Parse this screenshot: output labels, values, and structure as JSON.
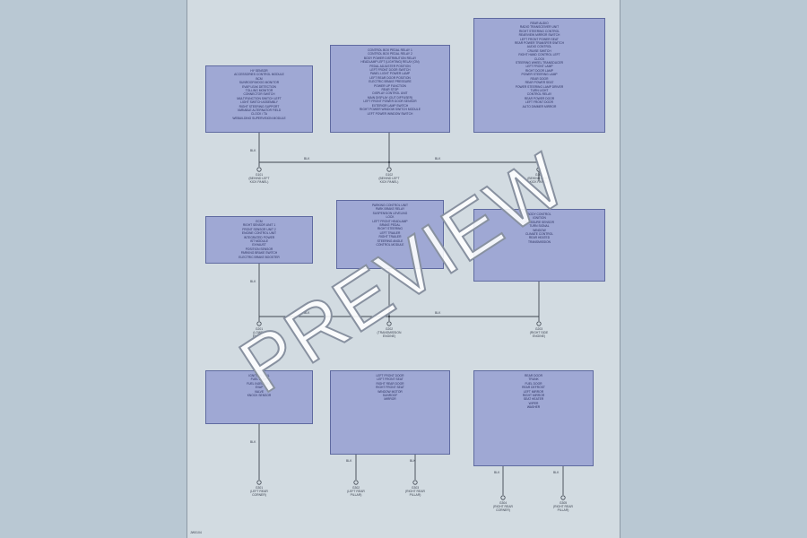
{
  "page_code": "JW0104",
  "watermark": "PREVIEW",
  "boxes": [
    {
      "id": "box-1",
      "lines": [
        "HY SENSOR",
        "ACCESSORIES CONTROL MODULE",
        "BCM",
        "SUNROOF/MOOG MONITOR",
        "EVAP LEAK DETECTION",
        "TOLLING MONITOR",
        "CONNECTOR SWITCH",
        "MULTIFUNCTION SWITCH LEFT",
        "LIGHT SWITCH ASSEMBLY",
        "RIGHT STEERING SUPPORT",
        "VARIABLE ALTERNATOR FIELD",
        "CLOCK / TA",
        "WEBUILDING SUPERVISION MODULE"
      ]
    },
    {
      "id": "box-2",
      "lines": [
        "CONTROL BOX PEDAL RELAY 1",
        "CONTROL BOX PEDAL RELAY 2",
        "BODY POWER DISTRIBUTION RELAY",
        "HEADLAMP LEFT (LIGHTING) RELAY (ON)",
        "PEDAL ADJUSTER POSITION",
        "LEFT FRONT DOOR SWITCH",
        "PANEL LIGHT POWER LAMP",
        "LEFT REAR DOOR POSITION",
        "ELECTRIC BRAKE PRESSURE",
        "POWER UP FUNCTION",
        "REAR STOP",
        "DISPLAY CONTROL UNIT",
        "MAIN DISPLAY (OUT DIFFUSER)",
        "LEFT FRONT POWER DOOR SENSOR",
        "EXTERIOR LAMP SWITCH",
        "RIGHT POWER WINDOW SWITCH MODULE",
        "LEFT POWER WINDOW SWITCH"
      ]
    },
    {
      "id": "box-3",
      "lines": [
        "REAR AUDIO",
        "RADIO TRANSCEIVER UNIT",
        "RIGHT STEERING CONTROL",
        "REARVIEW MIRROR SWITCH",
        "LEFT FRONT POWER SEAT",
        "REAR POWER TRANSFER SWITCH",
        "AUDIO CONTROL",
        "CRUISE SWITCH",
        "RIGHT HAND CONTROL LEFT",
        "CLOCK",
        "STEERING WHEEL TRANSDUCER",
        "LEFT FRONT LAMP",
        "RIGHT DOOR LAMP",
        "POWER STEERING LAMP",
        "REAR DOOR",
        "REAR POWER SEAT",
        "POWER STEERING LAMP DRIVER",
        "TURN LIGHT",
        "CONTROL RELAY",
        "REAR POWER DOOR",
        "LEFT FRONT DOOR",
        "AUTO DIMMER MIRROR"
      ]
    },
    {
      "id": "box-4",
      "lines": [
        "ECM",
        "RIGHT SENSOR UNIT 1",
        "FRONT SENSOR UNIT 2",
        "ENGINE CONTROL UNIT",
        "INTEGRATED POWER",
        "IST MODULE",
        "EXHAUST",
        "POSITION SENSOR",
        "PARKING BRAKE SWITCH",
        "ELECTRIC BRAKE BOOSTER"
      ]
    },
    {
      "id": "box-5",
      "lines": [
        "PARKING CONTROL UNIT",
        "PARK BRAKE RELAY",
        "SUSPENSION LEVELING",
        "LOCK",
        "LEFT FRONT HEADLAMP",
        "BRAKE PEDAL",
        "RIGHT STEERING",
        "LEFT TRAILER",
        "RIGHT TRAILER",
        "STEERING ANGLE",
        "CONTROL MODULE"
      ]
    },
    {
      "id": "box-6",
      "lines": [
        "BODY CONTROL",
        "IGNITION",
        "PRESSURE SENSOR",
        "TURN SIGNAL",
        "WINDOW",
        "CLIMATE CONTROL",
        "REAR HEATED",
        "TRANSMISSION"
      ]
    },
    {
      "id": "box-7",
      "lines": [
        "IGNITION COIL",
        "FUEL PUMP",
        "FUEL INJECTORS",
        "EVAP",
        "VALVE",
        "KNOCK SENSOR"
      ]
    },
    {
      "id": "box-8",
      "lines": [
        "LEFT FRONT DOOR",
        "LEFT FRONT SEAT",
        "RIGHT REAR DOOR",
        "RIGHT FRONT SEAT",
        "WINDOW MOTOR",
        "SUNROOF",
        "MIRROR"
      ]
    },
    {
      "id": "box-9",
      "lines": [
        "REAR DOOR",
        "TRUNK",
        "FUEL DOOR",
        "REAR DEFROST",
        "LEFT MIRROR",
        "RIGHT MIRROR",
        "SEAT HEATER",
        "WIPER",
        "WASHER"
      ]
    }
  ],
  "wire_labels": [
    "BLK",
    "BLK",
    "BLK",
    "BLK",
    "BLK",
    "BLK",
    "BLK",
    "BLK",
    "BLK",
    "BLK",
    "BLK",
    "BLK"
  ],
  "grounds": [
    {
      "id": "G101",
      "lines": [
        "G101",
        "(BEHIND LEFT",
        "KICK PANEL)"
      ]
    },
    {
      "id": "G102",
      "lines": [
        "G102",
        "(BEHIND LEFT",
        "KICK PANEL)"
      ]
    },
    {
      "id": "G103",
      "lines": [
        "G103",
        "(BEHIND RIGHT",
        "KICK PANEL)"
      ]
    },
    {
      "id": "G201",
      "lines": [
        "G201",
        "(LOWER",
        "ENGINE)"
      ]
    },
    {
      "id": "G202",
      "lines": [
        "G202",
        "(TRANSMISSION",
        "ENGINE)"
      ]
    },
    {
      "id": "G203",
      "lines": [
        "G203",
        "(RIGHT SIDE",
        "ENGINE)"
      ]
    },
    {
      "id": "G301",
      "lines": [
        "G301",
        "(LEFT REAR",
        "CORNER)"
      ]
    },
    {
      "id": "G302",
      "lines": [
        "G302",
        "(LEFT REAR",
        "PILLAR)"
      ]
    },
    {
      "id": "G303",
      "lines": [
        "G303",
        "(RIGHT REAR",
        "PILLAR)"
      ]
    },
    {
      "id": "G304",
      "lines": [
        "G304",
        "(RIGHT REAR",
        "CORNER)"
      ]
    },
    {
      "id": "G305",
      "lines": [
        "G305",
        "(RIGHT REAR",
        "PILLAR)"
      ]
    }
  ]
}
